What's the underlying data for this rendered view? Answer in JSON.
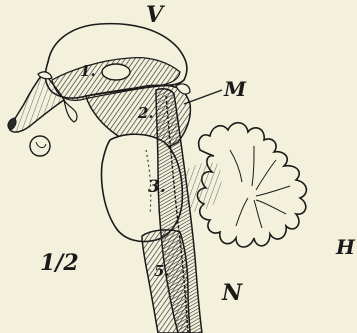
{
  "figure": {
    "background": "#f3f1dc",
    "ink": "#1a1a1a",
    "hatch": "#2a2a2a",
    "labels": {
      "V": "V",
      "M": "M",
      "H": "H",
      "N": "N",
      "scale": "1/2"
    },
    "parts": {
      "part1": "1.",
      "part2": "2.",
      "part3": "3.",
      "part5": "5."
    }
  }
}
